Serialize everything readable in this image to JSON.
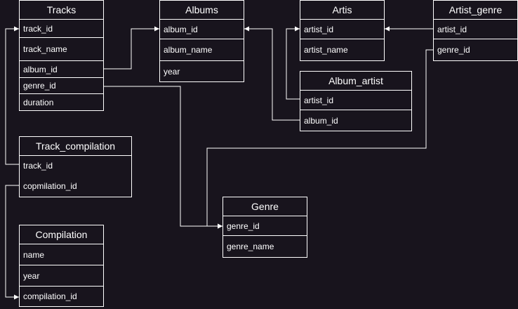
{
  "colors": {
    "background": "#18141d",
    "stroke": "#ffffff",
    "text": "#ffffff"
  },
  "entities": {
    "tracks": {
      "title": "Tracks",
      "fields": [
        "track_id",
        "track_name",
        "album_id",
        "genre_id",
        "duration"
      ]
    },
    "albums": {
      "title": "Albums",
      "fields": [
        "album_id",
        "album_name",
        "year"
      ]
    },
    "artis": {
      "title": "Artis",
      "fields": [
        "artist_id",
        "artist_name"
      ]
    },
    "artist_genre": {
      "title": "Artist_genre",
      "fields": [
        "artist_id",
        "genre_id"
      ]
    },
    "album_artist": {
      "title": "Album_artist",
      "fields": [
        "artist_id",
        "album_id"
      ]
    },
    "track_compilation": {
      "title": "Track_compilation",
      "fields": [
        "track_id",
        "copmilation_id"
      ]
    },
    "compilation": {
      "title": "Compilation",
      "fields": [
        "name",
        "year",
        "compilation_id"
      ]
    },
    "genre": {
      "title": "Genre",
      "fields": [
        "genre_id",
        "genre_name"
      ]
    }
  },
  "relationships": [
    {
      "from": "tracks.album_id",
      "to": "albums.album_id"
    },
    {
      "from": "tracks.genre_id",
      "to": "genre.genre_id"
    },
    {
      "from": "track_compilation.track_id",
      "to": "tracks.track_id"
    },
    {
      "from": "track_compilation.copmilation_id",
      "to": "compilation.compilation_id"
    },
    {
      "from": "artist_genre.artist_id",
      "to": "artis.artist_id"
    },
    {
      "from": "artist_genre.genre_id",
      "to": "genre.genre_id"
    },
    {
      "from": "album_artist.artist_id",
      "to": "artis.artist_id"
    },
    {
      "from": "album_artist.album_id",
      "to": "albums.album_id"
    }
  ]
}
